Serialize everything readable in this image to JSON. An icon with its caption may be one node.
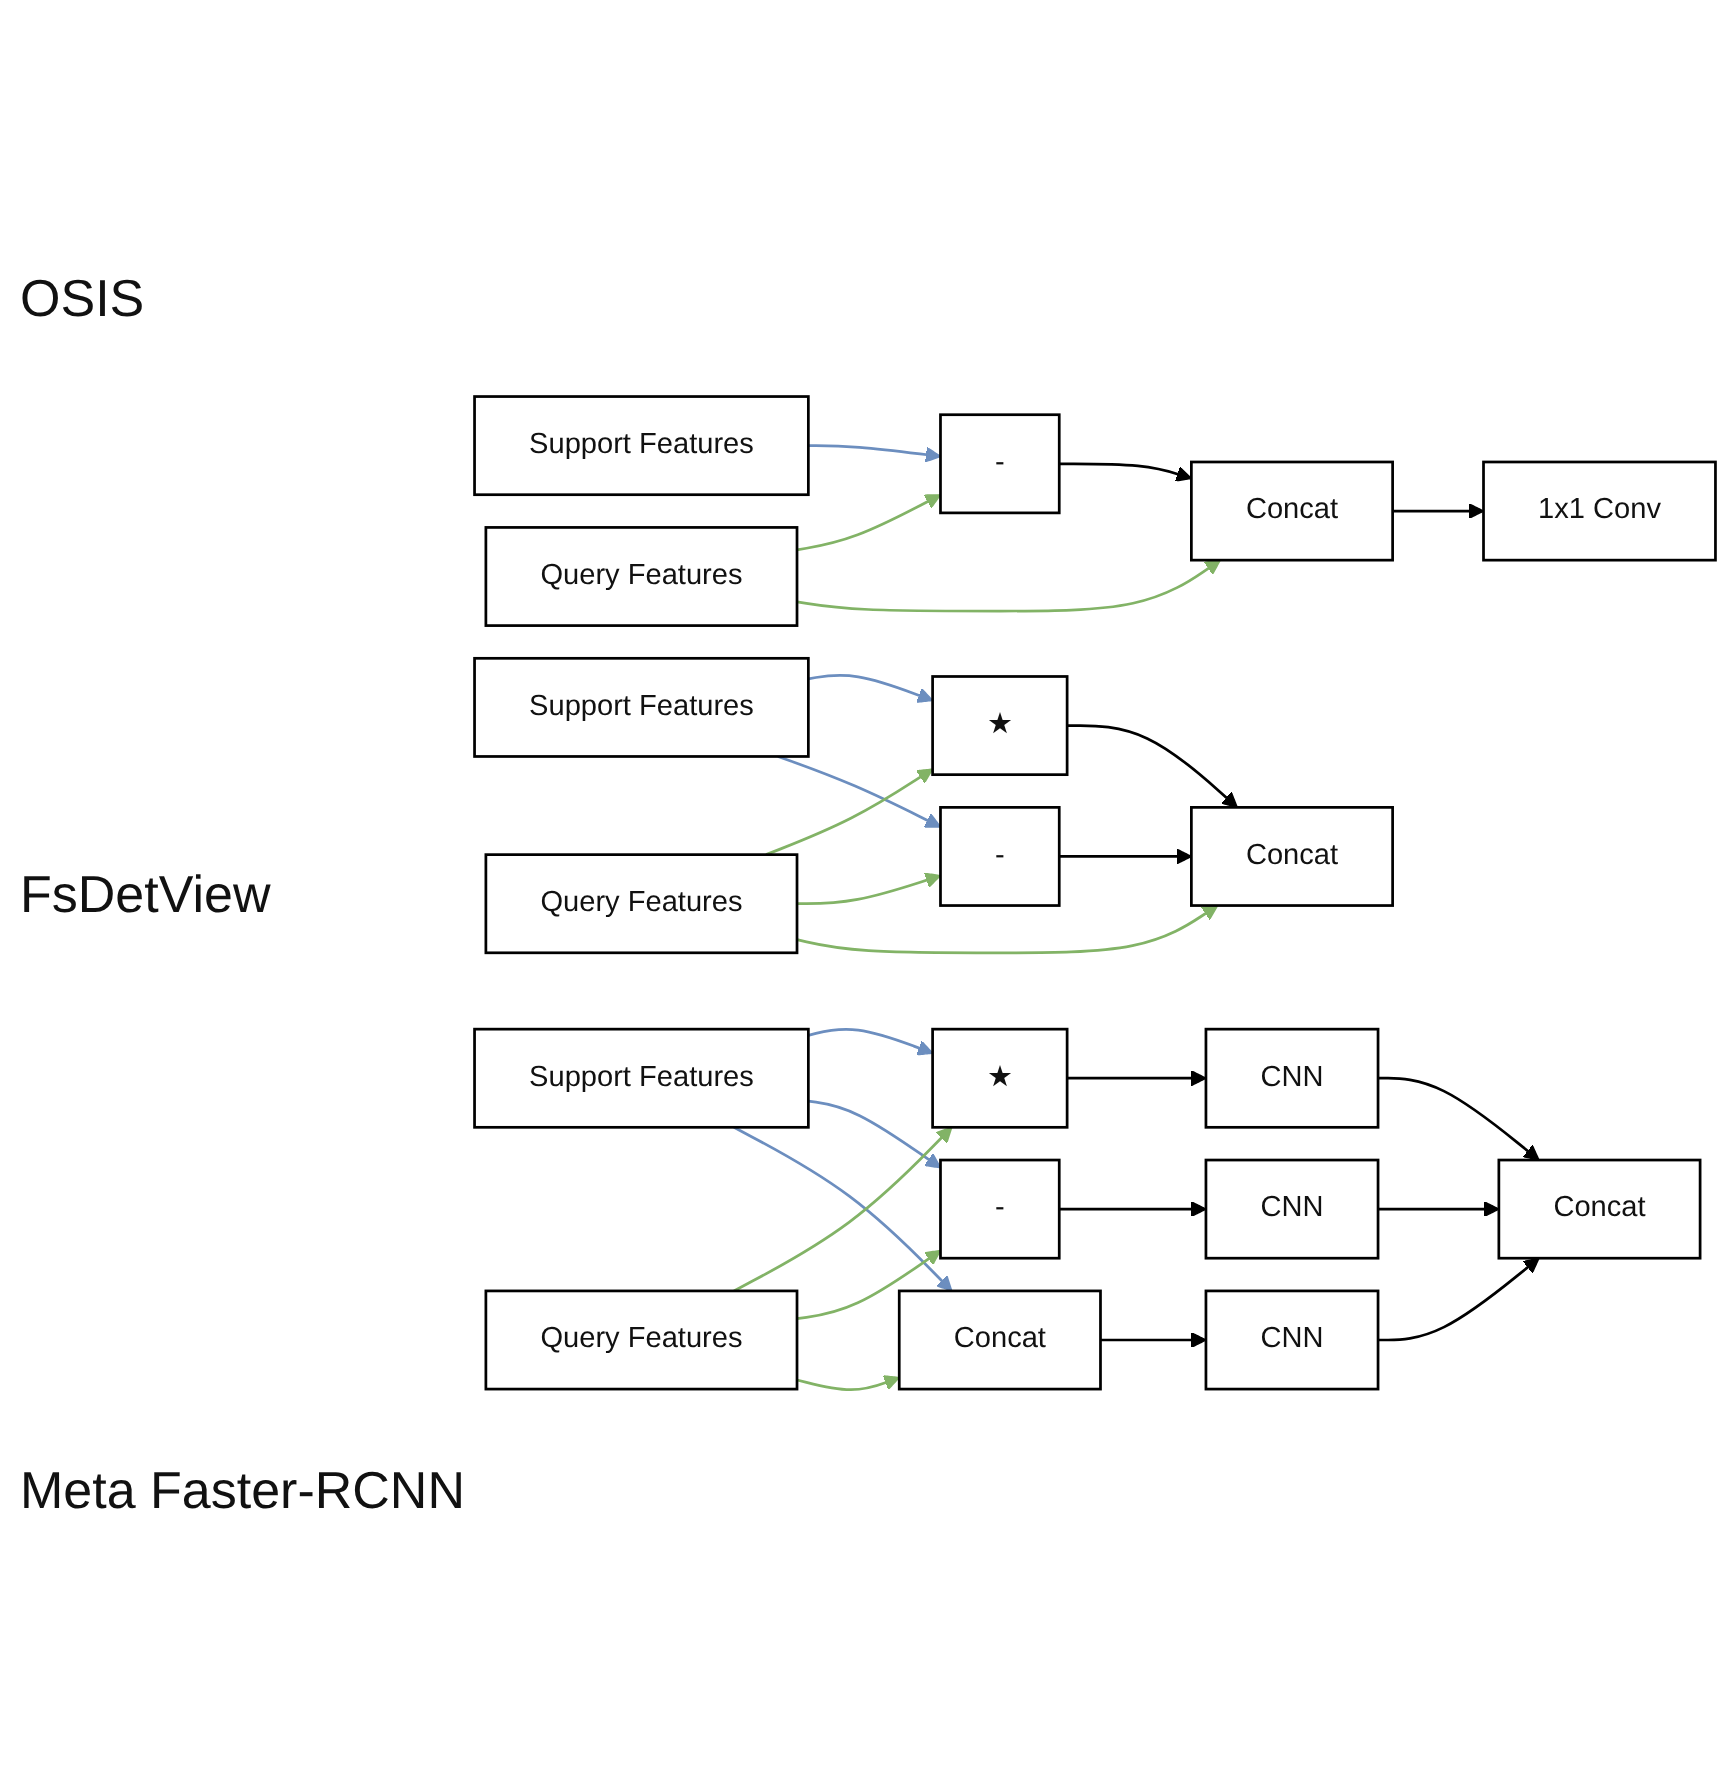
{
  "diagram": {
    "nodes": [
      {
        "text": [
          "Support Features"
        ]
      },
      {
        "text": [
          "Query Features"
        ]
      },
      {
        "text": [
          "-"
        ]
      },
      {
        "text": [
          "Concat"
        ]
      },
      {
        "text": [
          "1x1 Conv"
        ]
      },
      {
        "text": [
          "Support Features"
        ]
      },
      {
        "text": [
          "Query Features"
        ]
      },
      {
        "text": [
          "★"
        ]
      },
      {
        "text": [
          "-"
        ]
      },
      {
        "text": [
          "Concat"
        ]
      },
      {
        "text": [
          "Support Features"
        ]
      },
      {
        "text": [
          "Query Features"
        ]
      },
      {
        "text": [
          "★"
        ]
      },
      {
        "text": [
          "-"
        ]
      },
      {
        "text": [
          "Concat"
        ]
      },
      {
        "text": [
          "CNN"
        ]
      },
      {
        "text": [
          "CNN"
        ]
      },
      {
        "text": [
          "CNN"
        ]
      },
      {
        "text": [
          "Concat"
        ]
      }
    ],
    "edges": [
      {
        "from": 0,
        "to": 2,
        "arrow": "to",
        "color": "#6c8ebf"
      },
      {
        "from": 1,
        "to": 2,
        "arrow": "to",
        "color": "#82b366"
      },
      {
        "from": 1,
        "to": 3,
        "arrow": "to",
        "color": "#82b366"
      },
      {
        "from": 2,
        "to": 3,
        "arrow": "to"
      },
      {
        "from": 3,
        "to": 4,
        "arrow": "to"
      },
      {
        "from": 5,
        "to": 7,
        "arrow": "to",
        "color": "#6c8ebf"
      },
      {
        "from": 5,
        "to": 8,
        "arrow": "to",
        "color": "#6c8ebf"
      },
      {
        "from": 6,
        "to": 7,
        "arrow": "to",
        "color": "#82b366"
      },
      {
        "from": 6,
        "to": 8,
        "arrow": "to",
        "color": "#82b366"
      },
      {
        "from": 6,
        "to": 9,
        "arrow": "to",
        "color": "#82b366"
      },
      {
        "from": 7,
        "to": 9,
        "arrow": "to"
      },
      {
        "from": 8,
        "to": 9,
        "arrow": "to"
      },
      {
        "from": 10,
        "to": 12,
        "arrow": "to",
        "color": "#6c8ebf"
      },
      {
        "from": 10,
        "to": 13,
        "arrow": "to",
        "color": "#6c8ebf"
      },
      {
        "from": 10,
        "to": 14,
        "arrow": "to",
        "color": "#6c8ebf"
      },
      {
        "from": 11,
        "to": 12,
        "arrow": "to",
        "color": "#82b366"
      },
      {
        "from": 11,
        "to": 13,
        "arrow": "to",
        "color": "#82b366"
      },
      {
        "from": 11,
        "to": 14,
        "arrow": "to",
        "color": "#82b366"
      },
      {
        "from": 12,
        "to": 15,
        "arrow": "to"
      },
      {
        "from": 13,
        "to": 16,
        "arrow": "to"
      },
      {
        "from": 14,
        "to": 17,
        "arrow": "to"
      },
      {
        "from": 15,
        "to": 18,
        "arrow": "to"
      },
      {
        "from": 16,
        "to": 18,
        "arrow": "to"
      },
      {
        "from": 17,
        "to": 18,
        "arrow": "to"
      }
    ],
    "labels": [
      "OSIS",
      "FsDetView",
      "Meta Faster-RCNN"
    ]
  }
}
